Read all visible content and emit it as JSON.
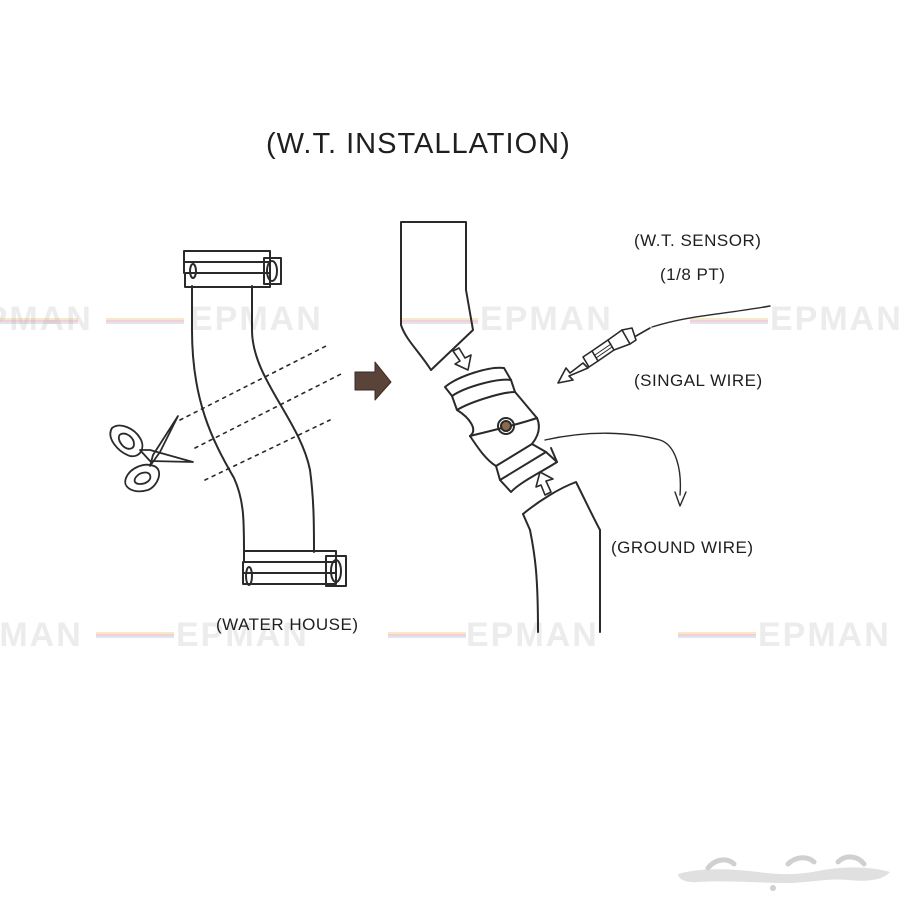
{
  "title": "(W.T. INSTALLATION)",
  "labels": {
    "sensor": "(W.T. SENSOR)",
    "thread": "(1/8 PT)",
    "signal_wire": "(SINGAL WIRE)",
    "ground_wire": "(GROUND WIRE)",
    "water_house": "(WATER HOUSE)"
  },
  "watermark": {
    "text": "EPMAN",
    "colors": [
      "#f1d9a5",
      "#f0b0b0",
      "#c8d2ef"
    ]
  },
  "footer_logo": {
    "text": "حراج",
    "icon": "haraj-logo"
  },
  "colors": {
    "line": "#2a2a2a",
    "arrow_fill": "#5a4338",
    "paper": "#ffffff"
  }
}
